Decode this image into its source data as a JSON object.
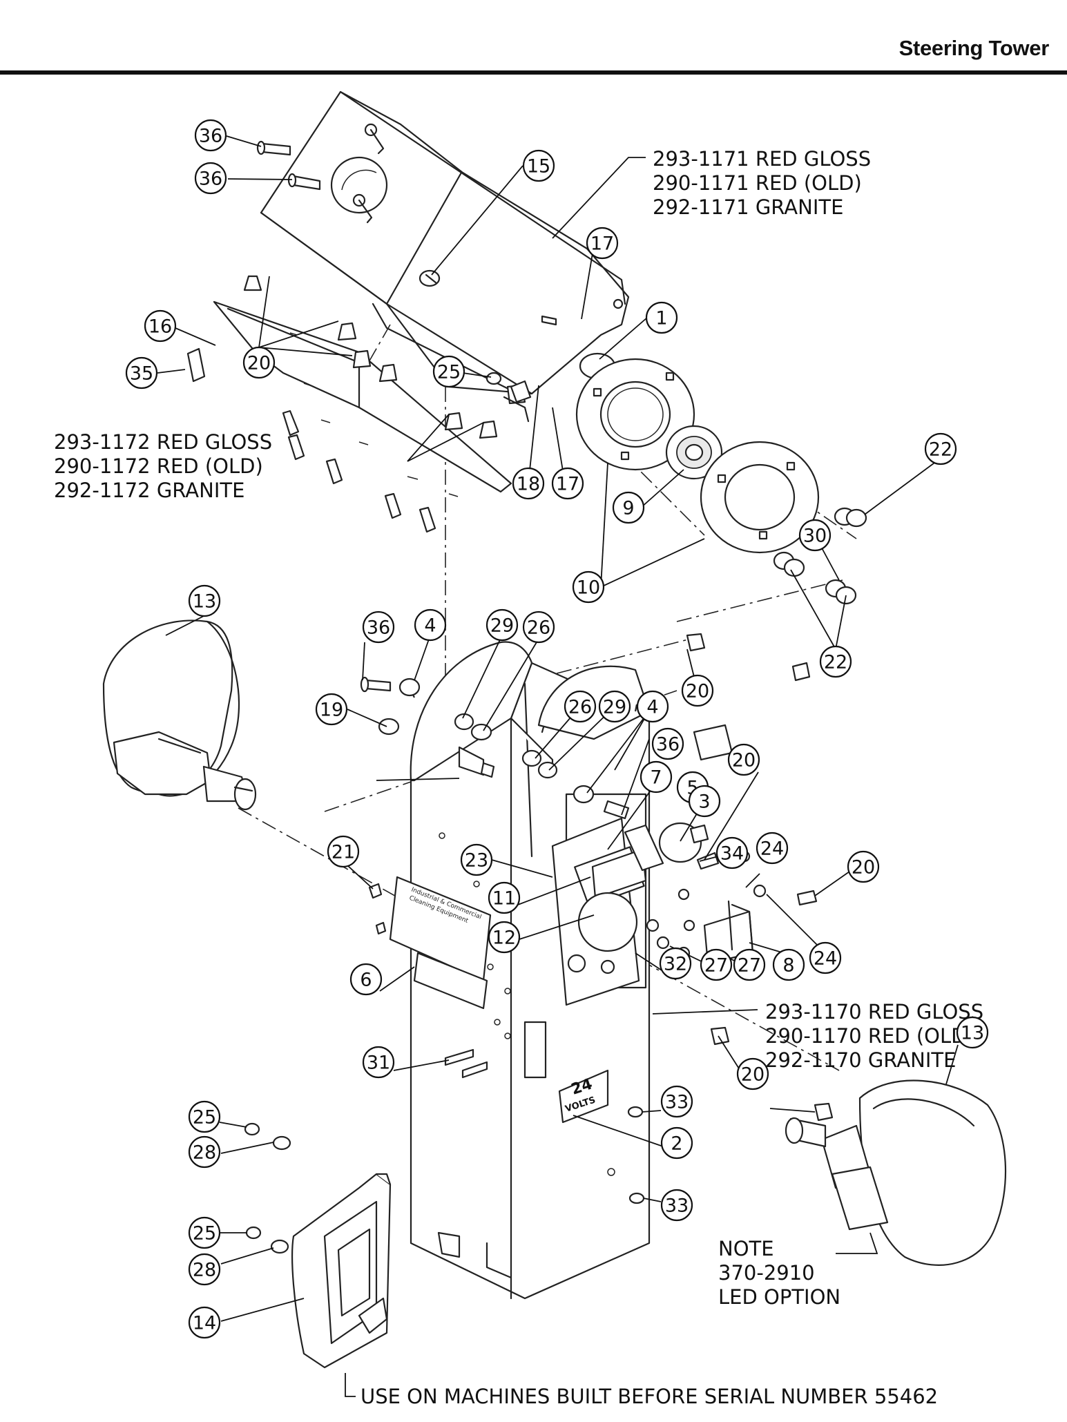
{
  "header": {
    "title": "Steering Tower"
  },
  "labels": {
    "top_cover": [
      "293-1171 RED GLOSS",
      "290-1171 RED (OLD)",
      "292-1171 GRANITE"
    ],
    "left_bracket": [
      "293-1172 RED GLOSS",
      "290-1172 RED (OLD)",
      "292-1172 GRANITE"
    ],
    "tower_body": [
      "293-1170 RED GLOSS",
      "290-1170 RED (OLD)",
      "292-1170 GRANITE"
    ],
    "note": [
      "NOTE",
      "370-2910",
      "LED OPTION"
    ],
    "serial_note": "USE ON MACHINES BUILT BEFORE SERIAL NUMBER 55462"
  },
  "decal": {
    "line1": "24",
    "line2": "VOLTS"
  },
  "nameplate": {
    "line1": "Industrial & Commercial",
    "line2": "Cleaning Equipment"
  },
  "callouts": [
    "36",
    "36",
    "15",
    "17",
    "1",
    "16",
    "20",
    "35",
    "25",
    "17",
    "18",
    "9",
    "10",
    "22",
    "30",
    "22",
    "13",
    "36",
    "4",
    "29",
    "26",
    "20",
    "19",
    "26",
    "29",
    "4",
    "36",
    "7",
    "5",
    "3",
    "20",
    "21",
    "23",
    "34",
    "24",
    "20",
    "11",
    "12",
    "32",
    "27",
    "27",
    "8",
    "24",
    "6",
    "31",
    "25",
    "28",
    "13",
    "20",
    "33",
    "2",
    "33",
    "25",
    "28",
    "14"
  ]
}
